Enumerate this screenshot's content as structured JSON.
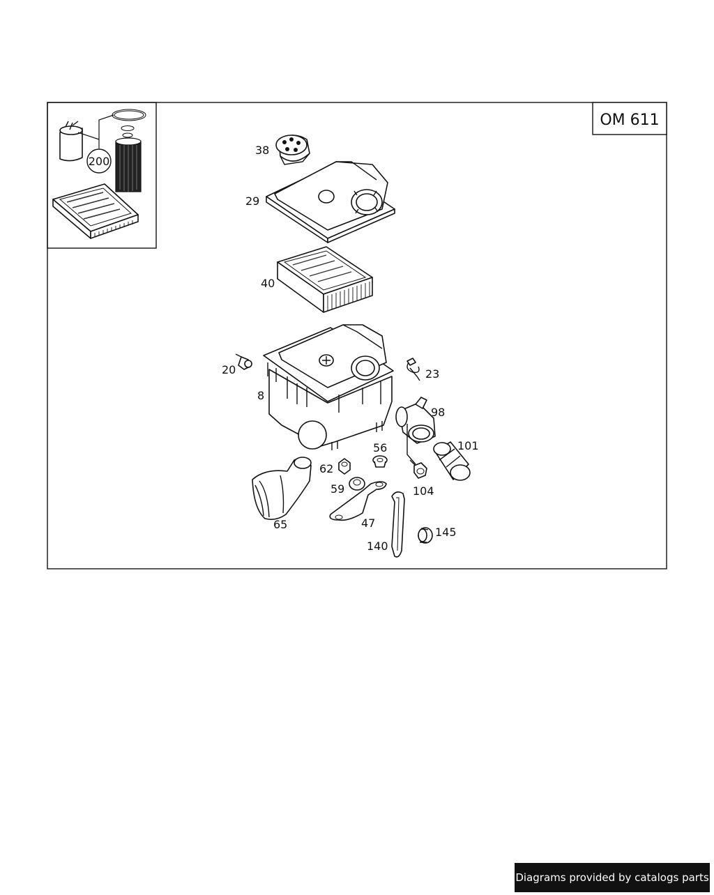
{
  "diagram": {
    "engine_code": "OM 611",
    "callouts": {
      "p200": "200",
      "p38": "38",
      "p29": "29",
      "p40": "40",
      "p20": "20",
      "p8": "8",
      "p23": "23",
      "p98": "98",
      "p56": "56",
      "p101": "101",
      "p62": "62",
      "p59": "59",
      "p104": "104",
      "p65": "65",
      "p47": "47",
      "p145": "145",
      "p140": "140"
    }
  },
  "footer": {
    "credit": "Diagrams provided by catalogs parts"
  }
}
